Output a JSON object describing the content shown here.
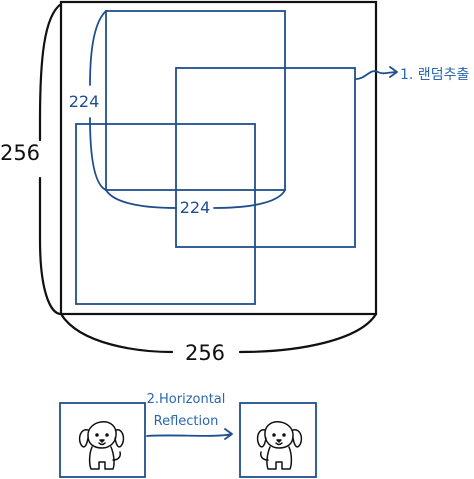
{
  "colors": {
    "ink": "#111111",
    "blue": "#1f4e8c",
    "label_blue": "#2a66b0"
  },
  "labels": {
    "outer_left": "256",
    "outer_bottom": "256",
    "crop_vertical": "224",
    "crop_horizontal": "224",
    "step1": "1. 랜덤추출",
    "step2_line1": "2.Horizontal",
    "step2_line2": "Reflection"
  },
  "icons": {
    "original_image": "dog-icon",
    "flipped_image": "dog-icon",
    "arrow": "arrow-right-icon"
  }
}
